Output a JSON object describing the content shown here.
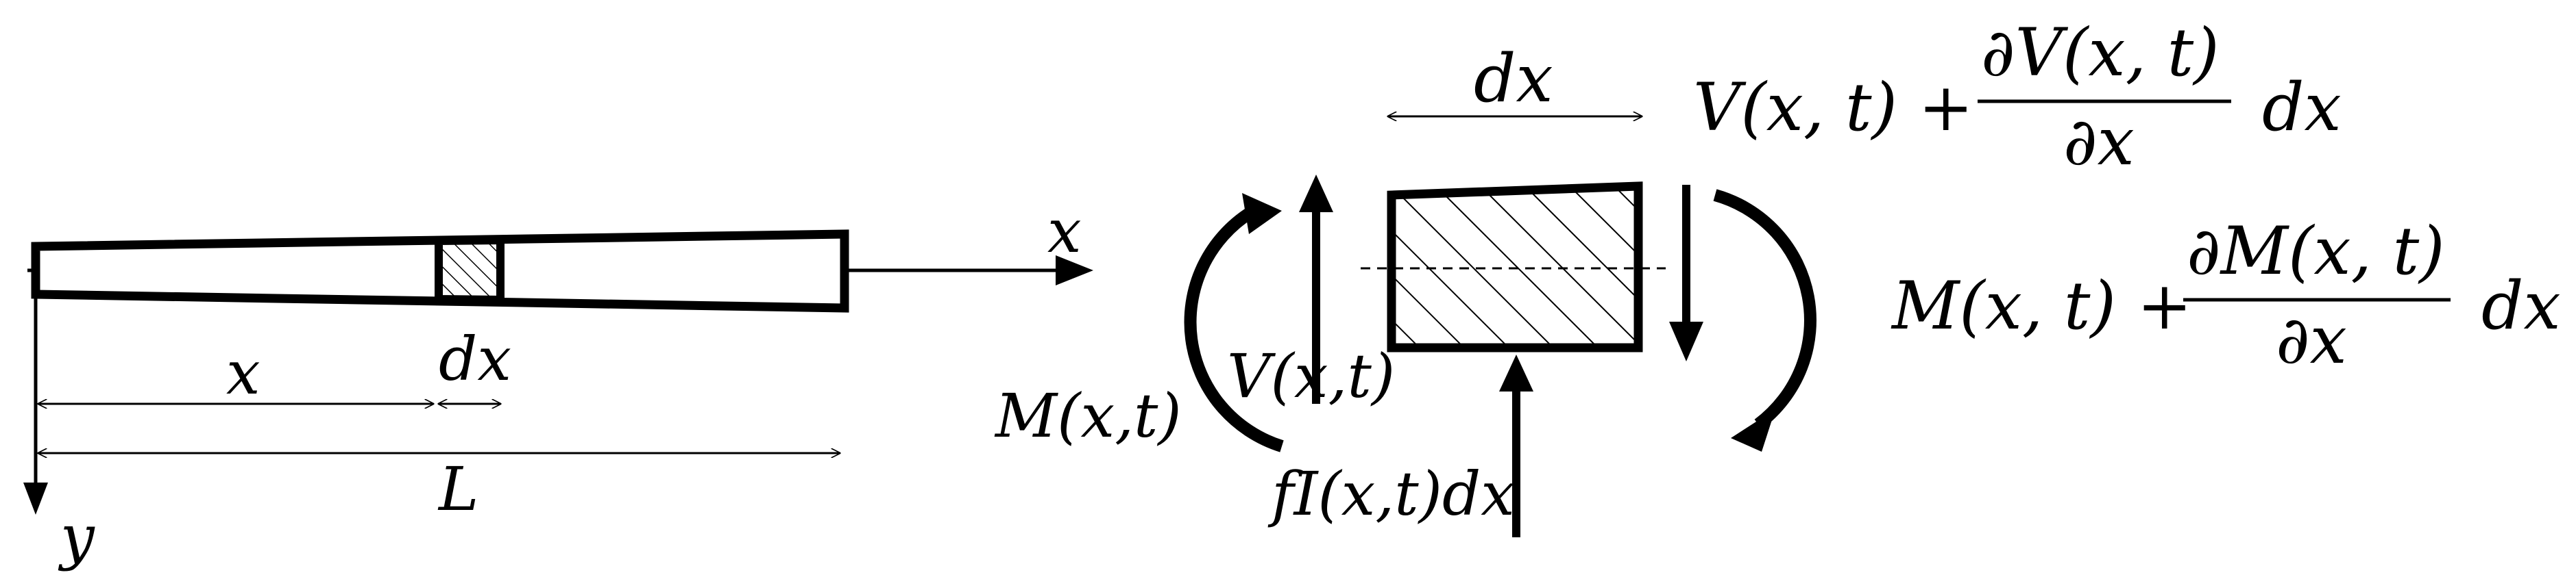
{
  "beam": {
    "x_axis": "x",
    "y_axis": "y",
    "position_label": "x",
    "element_label": "dx",
    "length_label": "L"
  },
  "element": {
    "width_label": "dx",
    "shear_left": "V(x,t)",
    "moment_left": "M(x,t)",
    "inertia_force": "fI(x,t)dx",
    "shear_right": {
      "base": "V(x, t) +",
      "num": "∂V(x, t)",
      "den": "∂x",
      "tail": "dx"
    },
    "moment_right": {
      "base": "M(x, t) +",
      "num": "∂M(x, t)",
      "den": "∂x",
      "tail": "dx"
    }
  }
}
